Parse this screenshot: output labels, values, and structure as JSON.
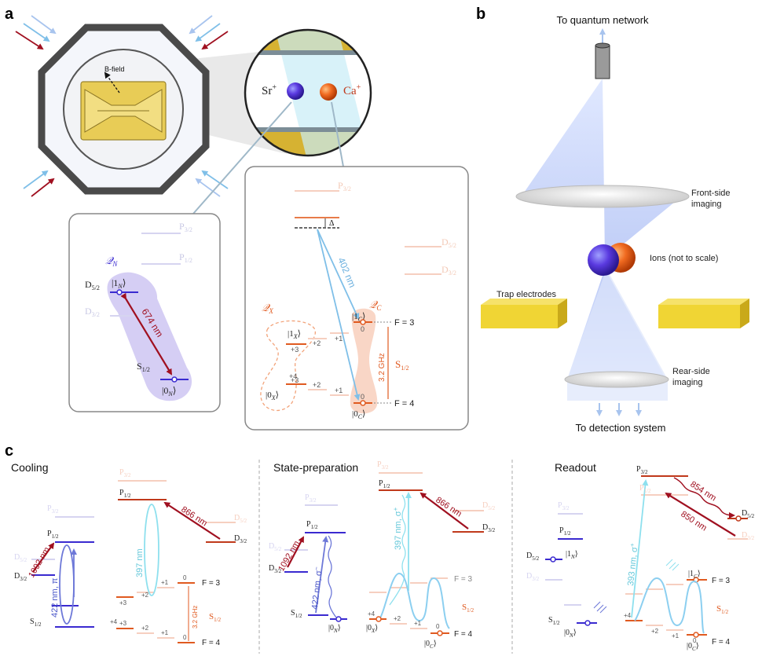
{
  "panels": {
    "a": "a",
    "b": "b",
    "c": "c"
  },
  "trap": {
    "bfield": "B-field"
  },
  "zoom": {
    "sr": "Sr",
    "ca": "Ca",
    "plus": "+"
  },
  "sr": {
    "qn": "𝒬",
    "qn_sub": "N",
    "p32": "P",
    "p32_sub": "3/2",
    "p12": "P",
    "p12_sub": "1/2",
    "d52": "D",
    "d52_sub": "5/2",
    "d32": "D",
    "d32_sub": "3/2",
    "s12": "S",
    "s12_sub": "1/2",
    "ket1": "|1",
    "ket1_sub": "N",
    "ket0": "|0",
    "ket0_sub": "N",
    "ketclose": "⟩",
    "laser": "674 nm"
  },
  "ca": {
    "p32": "P",
    "p32_sub": "3/2",
    "d52": "D",
    "d52_sub": "5/2",
    "d32": "D",
    "d32_sub": "3/2",
    "s12": "S",
    "s12_sub": "1/2",
    "delta": "Δ",
    "laser": "402 nm",
    "qc": "𝒬",
    "qc_sub": "C",
    "qx": "𝒬",
    "qx_sub": "X",
    "ket1c": "|1",
    "ket1c_sub": "C",
    "ket0c": "|0",
    "ket0c_sub": "C",
    "ket1x": "|1",
    "ket1x_sub": "X",
    "ket0x": "|0",
    "ket0x_sub": "X",
    "ketclose": "⟩",
    "f3": "F = 3",
    "f4": "F = 4",
    "freq": "3.2 GHz",
    "m": [
      "0",
      "+1",
      "+2",
      "+3",
      "+4"
    ]
  },
  "setup": {
    "network": "To quantum network",
    "front": [
      "Front-side",
      "imaging"
    ],
    "ions": "Ions (not to scale)",
    "electrodes": "Trap electrodes",
    "rear": [
      "Rear-side",
      "imaging"
    ],
    "detection": "To detection system"
  },
  "cooling": {
    "title": "Cooling",
    "l1092": "1092 nm",
    "l422": "422 nm, π",
    "l866": "866 nm",
    "l397": "397 nm",
    "freq": "3.2 GHz",
    "f3": "F = 3",
    "f4": "F = 4"
  },
  "prep": {
    "title": "State-preparation",
    "l1092": "1092 nm",
    "l422": "422 nm, σ",
    "l422_sup": "−",
    "l866": "866 nm",
    "l397": "397 nm, σ",
    "l397_sup": "+",
    "f3": "F = 3",
    "f4": "F = 4"
  },
  "readout": {
    "title": "Readout",
    "l854": "854 nm",
    "l850": "850 nm",
    "l393": "393 nm, σ",
    "l393_sup": "+",
    "f3": "F = 3",
    "f4": "F = 4"
  }
}
